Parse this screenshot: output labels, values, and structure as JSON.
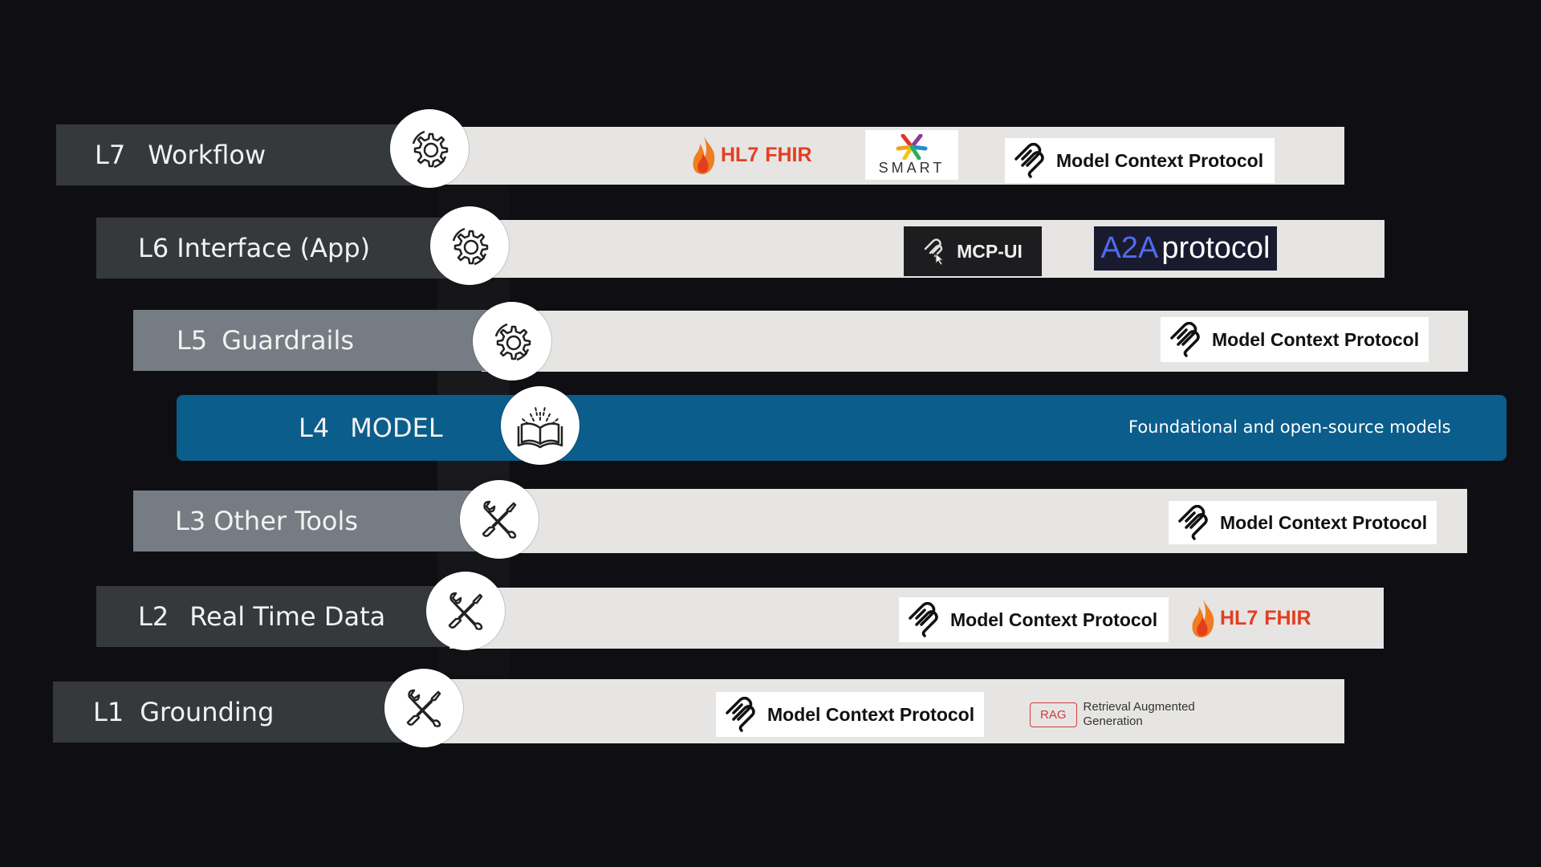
{
  "layers": [
    {
      "code": "L7",
      "name": "Workflow",
      "icon": "gear-icon"
    },
    {
      "code": "L6",
      "name": "Interface (App)",
      "icon": "gear-icon"
    },
    {
      "code": "L5",
      "name": "Guardrails",
      "icon": "gear-icon"
    },
    {
      "code": "L4",
      "name": "MODEL",
      "icon": "open-book-icon",
      "note": "Foundational and open-source models"
    },
    {
      "code": "L3",
      "name": "Other Tools",
      "icon": "tools-icon"
    },
    {
      "code": "L2",
      "name": "Real Time Data",
      "icon": "tools-icon"
    },
    {
      "code": "L1",
      "name": "Grounding",
      "icon": "tools-icon"
    }
  ],
  "logos": {
    "mcp": "Model Context Protocol",
    "hl7": "HL7 FHIR",
    "hl7_mark": "HL7",
    "fhir_mark": "FHIR",
    "smart": "SMART",
    "mcp_ui": "MCP-UI",
    "a2a_a": "A2A",
    "a2a_b": "protocol",
    "rag_badge": "RAG",
    "rag_text": "Retrieval Augmented Generation"
  },
  "colors": {
    "background": "#0f0f13",
    "bar_light": "#e6e5e3",
    "label_dark": "#35393b",
    "label_grey": "#767c83",
    "model_blue": "#0b5d8b",
    "hl7_red": "#e43d20"
  }
}
